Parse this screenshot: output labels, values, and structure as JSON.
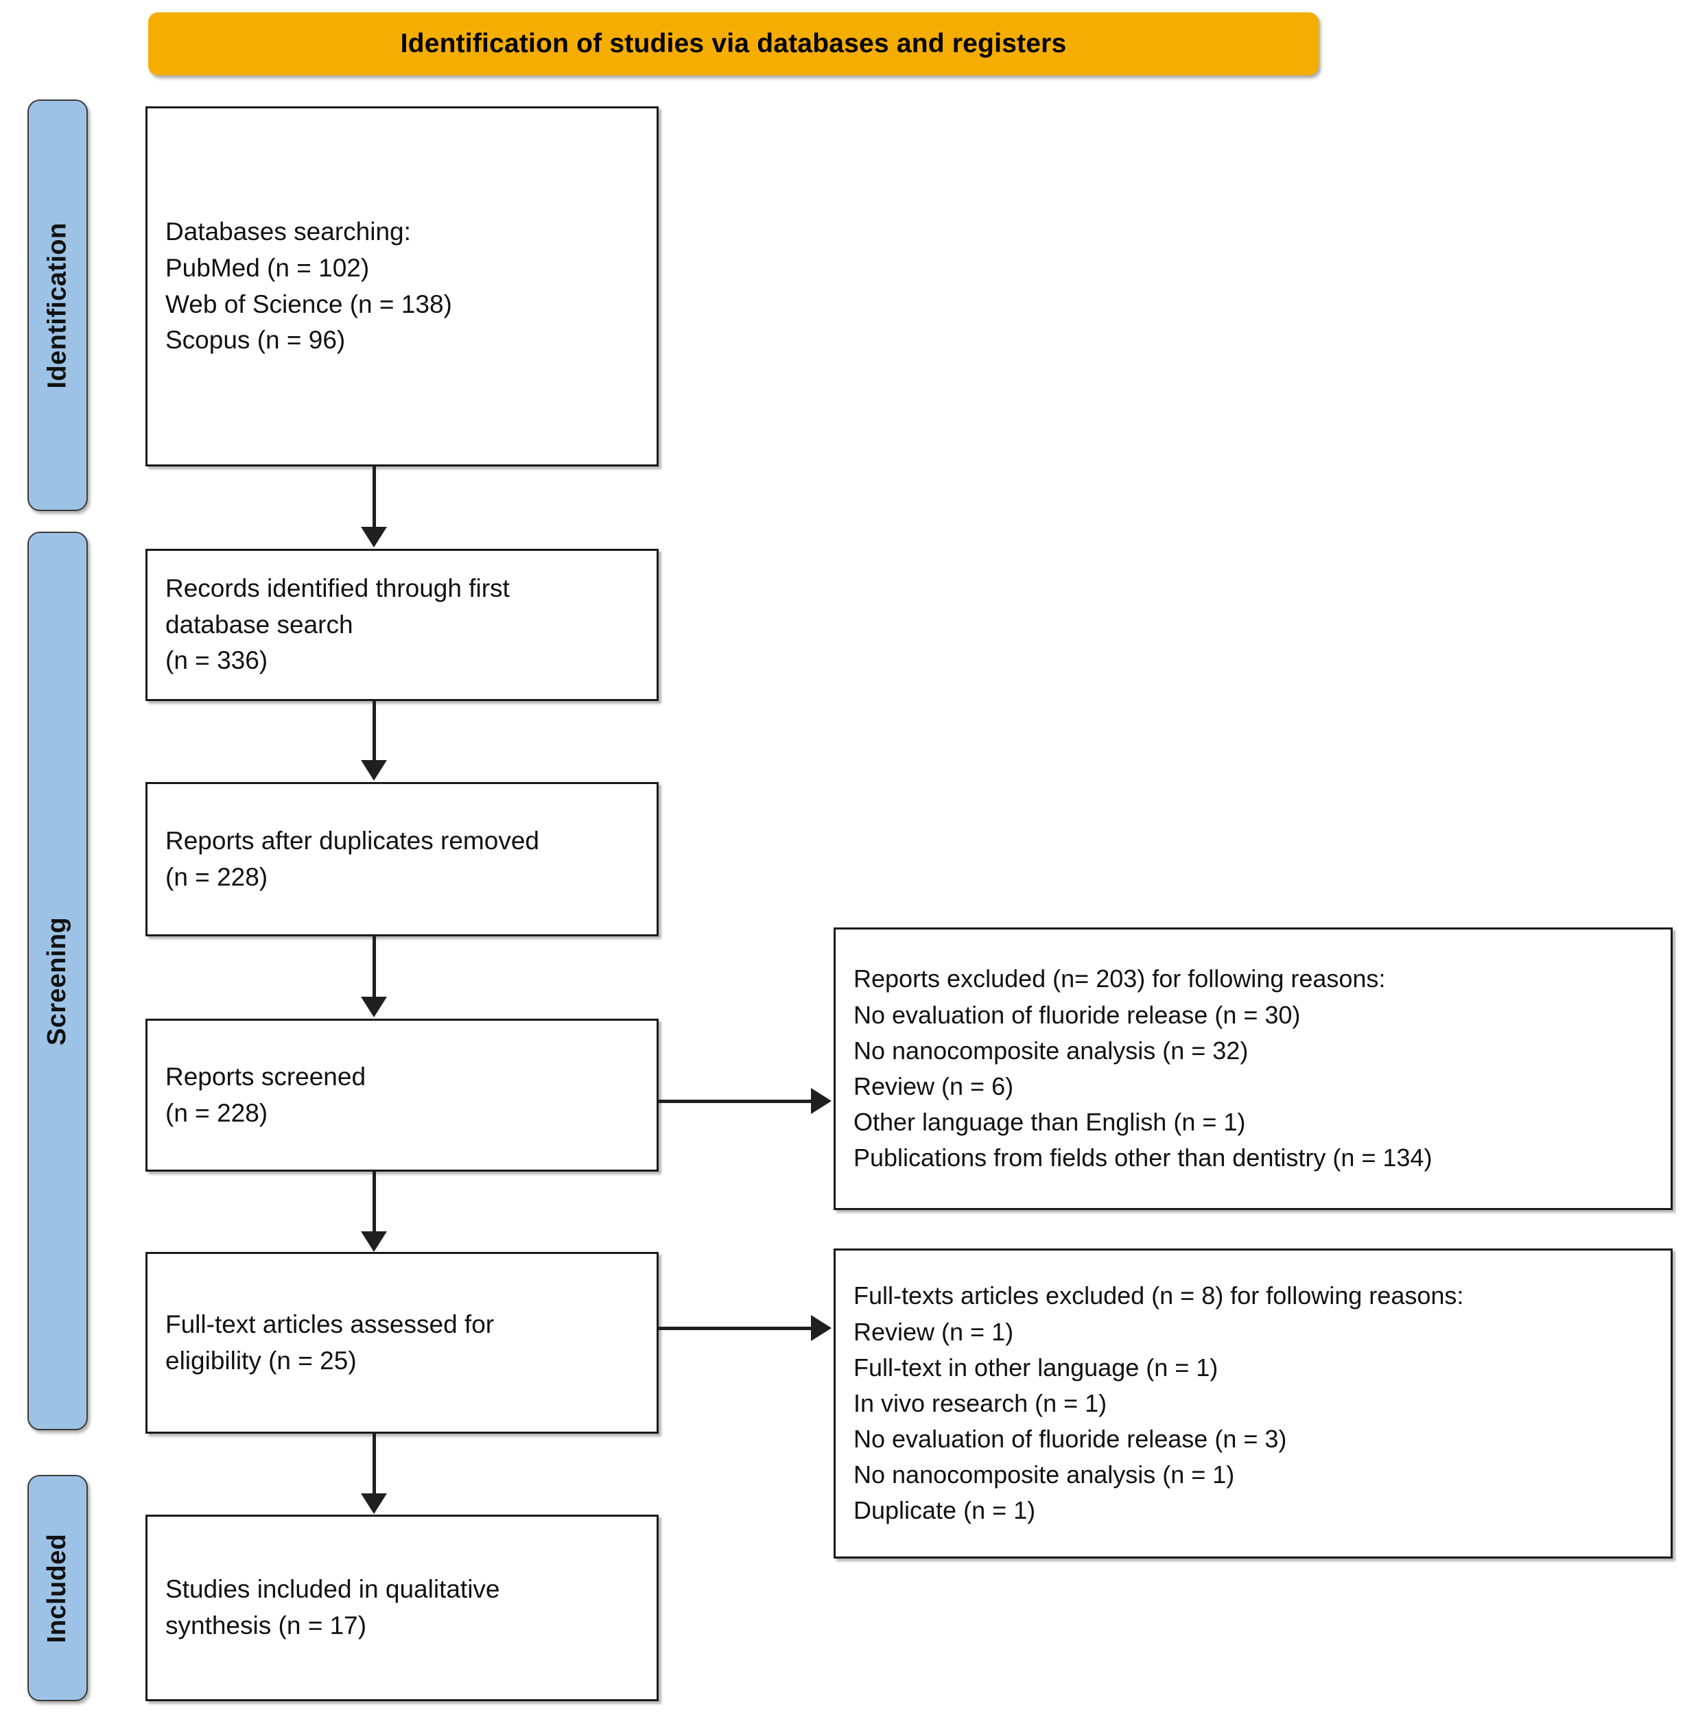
{
  "banner": {
    "title": "Identification of studies via databases and registers",
    "color": "#f5ad00"
  },
  "phases": [
    {
      "label": "Identification",
      "color": "#9cc3e5"
    },
    {
      "label": "Screening",
      "color": "#9cc3e5"
    },
    {
      "label": "Included",
      "color": "#9cc3e5"
    }
  ],
  "boxes": {
    "databases_searching": "Databases searching:\nPubMed (n = 102)\nWeb of Science (n = 138)\nScopus (n = 96)",
    "records_identified": "Records identified through first\ndatabase search\n(n = 336)",
    "reports_after_duplicates": "Reports after duplicates removed\n(n = 228)",
    "reports_screened": "Reports screened\n(n = 228)",
    "full_text_assessed": "Full-text articles assessed for\neligibility (n = 25)",
    "studies_included": "Studies included in qualitative\nsynthesis (n = 17)",
    "reports_excluded": "Reports excluded (n= 203) for following reasons:\nNo evaluation of fluoride release (n = 30)\nNo nanocomposite analysis (n = 32)\nReview (n = 6)\nOther language than English (n = 1)\nPublications from fields other than dentistry (n = 134)",
    "fulltext_excluded": "Full-texts articles excluded (n = 8) for following reasons:\nReview (n = 1)\nFull-text in other language (n = 1)\nIn vivo research (n = 1)\nNo evaluation of fluoride release (n = 3)\nNo nanocomposite analysis (n = 1)\nDuplicate (n = 1)"
  },
  "chart_data": {
    "type": "table",
    "title": "Identification of studies via databases and registers",
    "nodes": [
      {
        "phase": "Identification",
        "label": "Databases searching",
        "sources": [
          {
            "name": "PubMed",
            "n": 102
          },
          {
            "name": "Web of Science",
            "n": 138
          },
          {
            "name": "Scopus",
            "n": 96
          }
        ]
      },
      {
        "phase": "Identification",
        "label": "Records identified through first database search",
        "n": 336
      },
      {
        "phase": "Screening",
        "label": "Reports after duplicates removed",
        "n": 228
      },
      {
        "phase": "Screening",
        "label": "Reports screened",
        "n": 228
      },
      {
        "phase": "Screening",
        "label": "Full-text articles assessed for eligibility",
        "n": 25
      },
      {
        "phase": "Included",
        "label": "Studies included in qualitative synthesis",
        "n": 17
      }
    ],
    "exclusions": [
      {
        "label": "Reports excluded",
        "n": 203,
        "reasons": [
          {
            "reason": "No evaluation of fluoride release",
            "n": 30
          },
          {
            "reason": "No nanocomposite analysis",
            "n": 32
          },
          {
            "reason": "Review",
            "n": 6
          },
          {
            "reason": "Other language than English",
            "n": 1
          },
          {
            "reason": "Publications from fields other than dentistry",
            "n": 134
          }
        ]
      },
      {
        "label": "Full-texts articles excluded",
        "n": 8,
        "reasons": [
          {
            "reason": "Review",
            "n": 1
          },
          {
            "reason": "Full-text in other language",
            "n": 1
          },
          {
            "reason": "In vivo research",
            "n": 1
          },
          {
            "reason": "No evaluation of fluoride release",
            "n": 3
          },
          {
            "reason": "No nanocomposite analysis",
            "n": 1
          },
          {
            "reason": "Duplicate",
            "n": 1
          }
        ]
      }
    ]
  }
}
